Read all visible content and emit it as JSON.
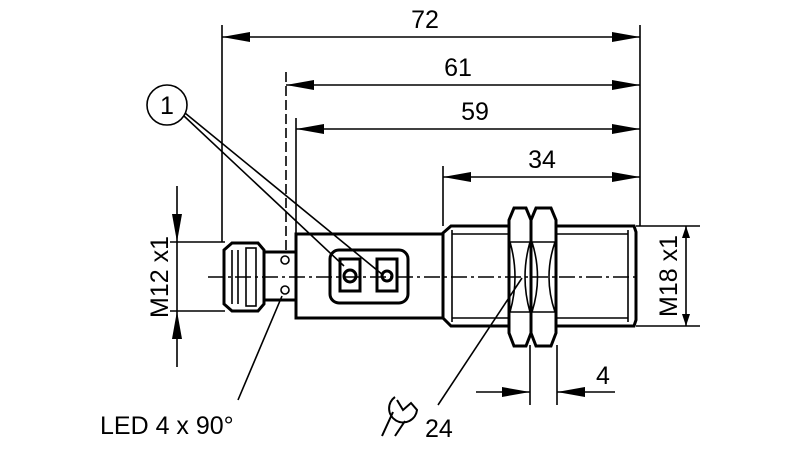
{
  "dimensions": {
    "overall_length": "72",
    "length_61": "61",
    "length_59": "59",
    "thread_length": "34",
    "connector_thread": "M12 x1",
    "body_thread": "M18 x1",
    "nut_thickness": "4",
    "wrench_size": "24"
  },
  "callout": {
    "number": "1"
  },
  "led_label": "LED 4 x 90°",
  "icons": {
    "wrench": "wrench-icon"
  }
}
